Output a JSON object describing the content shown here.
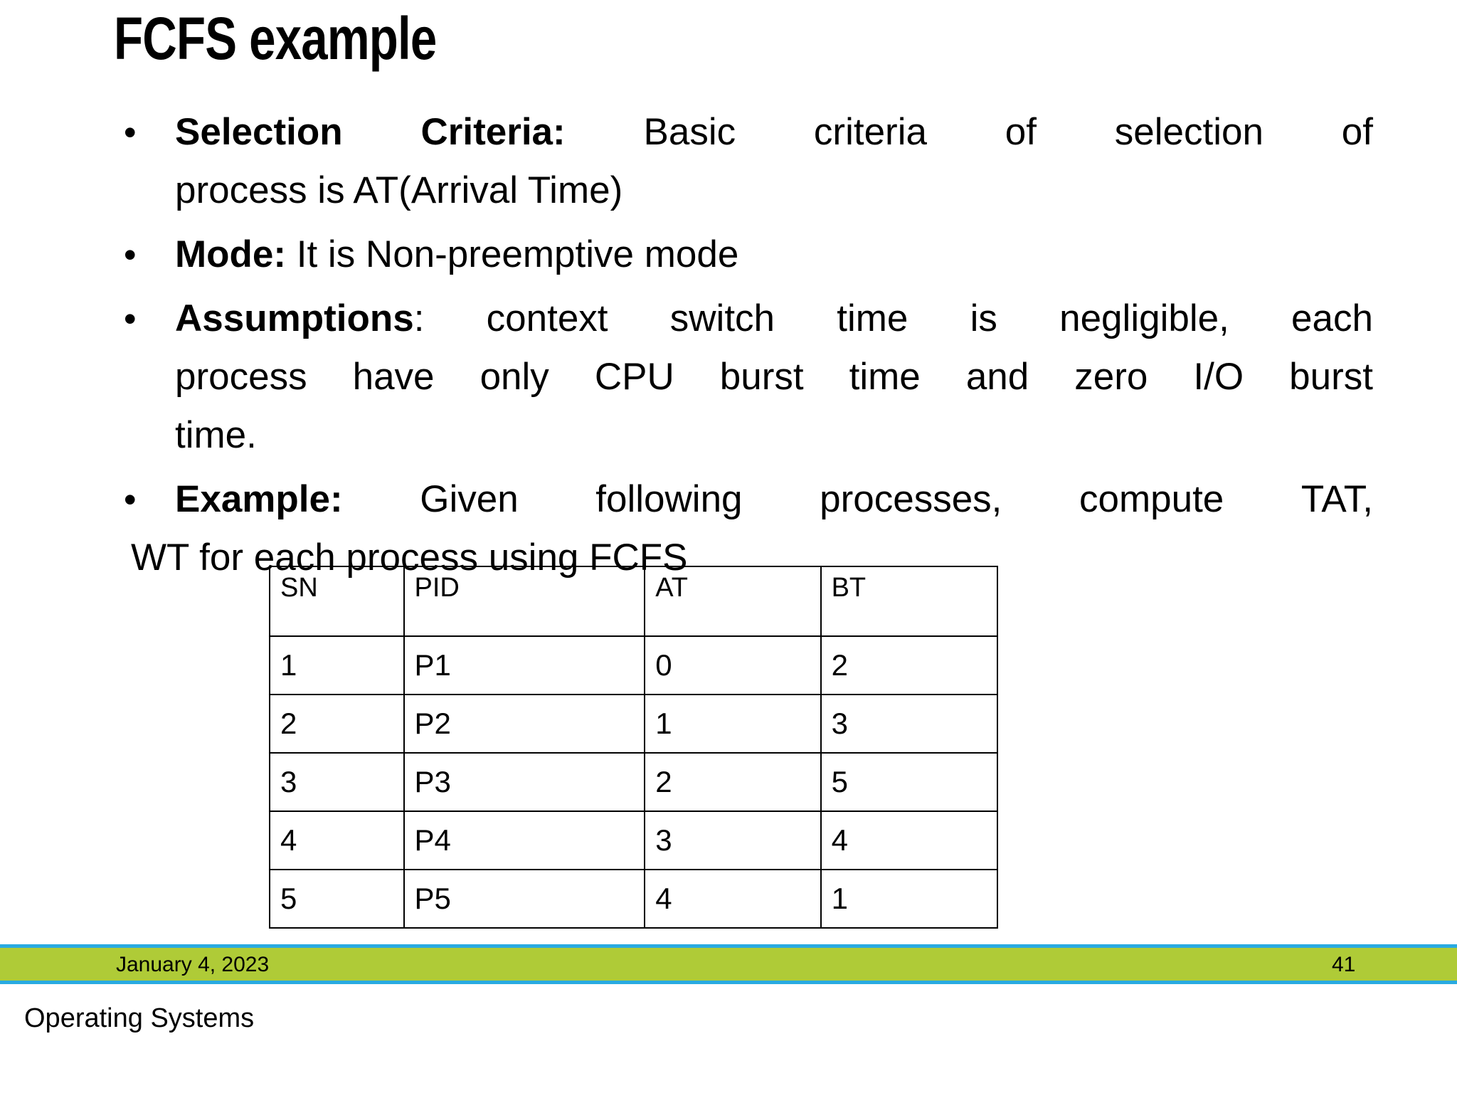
{
  "slide": {
    "title": "FCFS example",
    "bullet_glyph": "•"
  },
  "bullets": [
    {
      "id": "selection-criteria",
      "lead": "Selection Criteria:",
      "rest": " Basic criteria of selection of process is AT(Arrival Time)",
      "lines": [
        [
          "Selection",
          "Criteria:",
          "Basic",
          "criteria",
          "of",
          "selection",
          "of"
        ],
        [
          "process is AT(Arrival Time)"
        ]
      ]
    },
    {
      "id": "mode",
      "lead": "Mode:",
      "rest": " It is Non-preemptive mode",
      "lines": [
        [
          "Mode: It is Non-preemptive mode"
        ]
      ]
    },
    {
      "id": "assumptions",
      "lead": "Assumptions",
      "rest": ": context switch time is negligible, each process have only CPU burst time and zero I/O burst time.",
      "lines": [
        [
          "Assumptions:",
          "context",
          "switch",
          "time",
          "is",
          "negligible,",
          "each"
        ],
        [
          "process",
          "have",
          "only",
          "CPU",
          "burst",
          "time",
          "and",
          "zero",
          "I/O",
          "burst"
        ],
        [
          "time."
        ]
      ]
    },
    {
      "id": "example",
      "lead": "Example:",
      "rest": " Given following processes, compute TAT, WT for each process using FCFS",
      "lines": [
        [
          "Example:",
          "Given",
          "following",
          "processes,",
          "compute",
          "TAT,"
        ],
        [
          "WT for each process using FCFS"
        ]
      ]
    }
  ],
  "table": {
    "headers": [
      "SN",
      "PID",
      "AT",
      "BT"
    ],
    "rows": [
      [
        "1",
        "P1",
        "0",
        "2"
      ],
      [
        "2",
        "P2",
        "1",
        "3"
      ],
      [
        "3",
        "P3",
        "2",
        "5"
      ],
      [
        "4",
        "P4",
        "3",
        "4"
      ],
      [
        "5",
        "P5",
        "4",
        "1"
      ]
    ]
  },
  "footer": {
    "date": "January 4, 2023",
    "page_number": "41",
    "subject": "Operating Systems",
    "band_color": "#AFCB37",
    "band_border_color": "#29AAE1"
  }
}
